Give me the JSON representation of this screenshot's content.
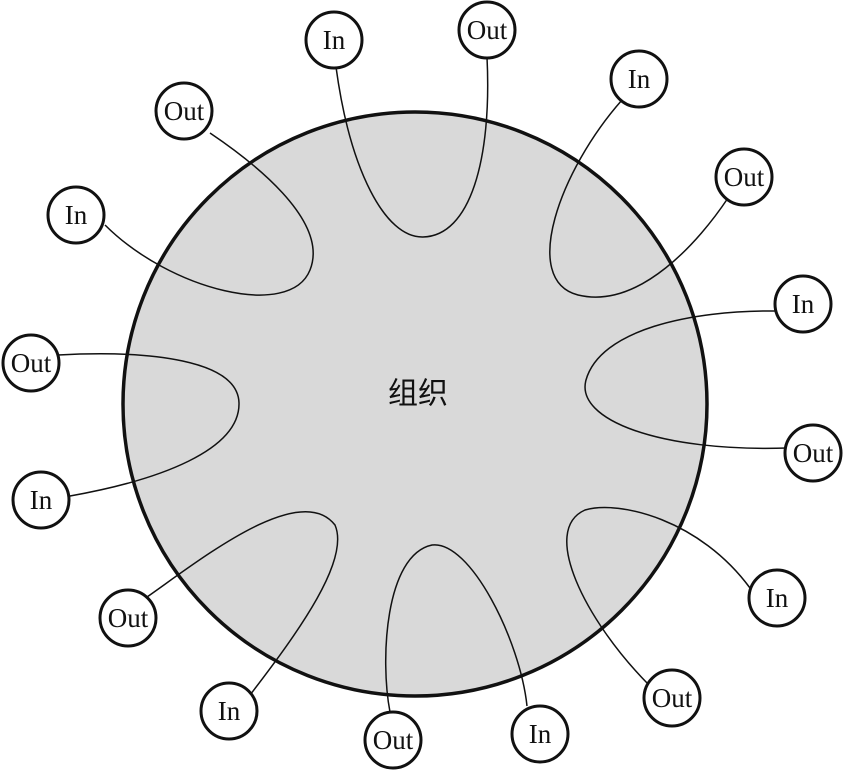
{
  "center_label": "组织",
  "colors": {
    "circle_fill": "#d9d9d9",
    "stroke": "#111111",
    "node_fill": "#ffffff"
  },
  "nodes": [
    {
      "id": "n1",
      "label": "In"
    },
    {
      "id": "n2",
      "label": "Out"
    },
    {
      "id": "n3",
      "label": "In"
    },
    {
      "id": "n4",
      "label": "Out"
    },
    {
      "id": "n5",
      "label": "In"
    },
    {
      "id": "n6",
      "label": "Out"
    },
    {
      "id": "n7",
      "label": "In"
    },
    {
      "id": "n8",
      "label": "Out"
    },
    {
      "id": "n9",
      "label": "In"
    },
    {
      "id": "n10",
      "label": "Out"
    },
    {
      "id": "n11",
      "label": "In"
    },
    {
      "id": "n12",
      "label": "Out"
    },
    {
      "id": "n13",
      "label": "In"
    },
    {
      "id": "n14",
      "label": "Out"
    },
    {
      "id": "n15",
      "label": "In"
    },
    {
      "id": "n16",
      "label": "Out"
    }
  ]
}
